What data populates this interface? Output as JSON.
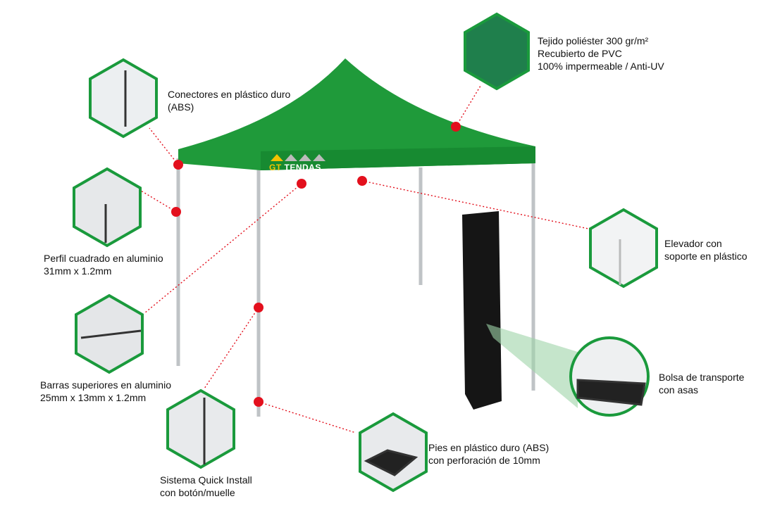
{
  "brand": {
    "gt": "GT",
    "name": "TENDAS"
  },
  "colors": {
    "canopy": "#1f9a3a",
    "hex_border": "#1a9a3c",
    "dot": "#e3101d",
    "bag": "#151515"
  },
  "features": [
    {
      "id": "fabric",
      "lines": [
        "Tejido poliéster 300 gr/m²",
        "Recubierto de PVC",
        "100% impermeable / Anti-UV"
      ]
    },
    {
      "id": "connectors",
      "lines": [
        "Conectores en plástico duro",
        "(ABS)"
      ]
    },
    {
      "id": "profile",
      "lines": [
        "Perfil cuadrado en aluminio",
        "31mm x 1.2mm"
      ]
    },
    {
      "id": "bars",
      "lines": [
        "Barras superiores en aluminio",
        "25mm x 13mm x 1.2mm"
      ]
    },
    {
      "id": "quick",
      "lines": [
        "Sistema Quick Install",
        "con botón/muelle"
      ]
    },
    {
      "id": "feet",
      "lines": [
        "Pies en plástico duro (ABS)",
        "con perforación de 10mm"
      ]
    },
    {
      "id": "lifter",
      "lines": [
        "Elevador con",
        "soporte en plástico"
      ]
    },
    {
      "id": "bag",
      "lines": [
        "Bolsa de transporte",
        "con asas"
      ]
    }
  ]
}
